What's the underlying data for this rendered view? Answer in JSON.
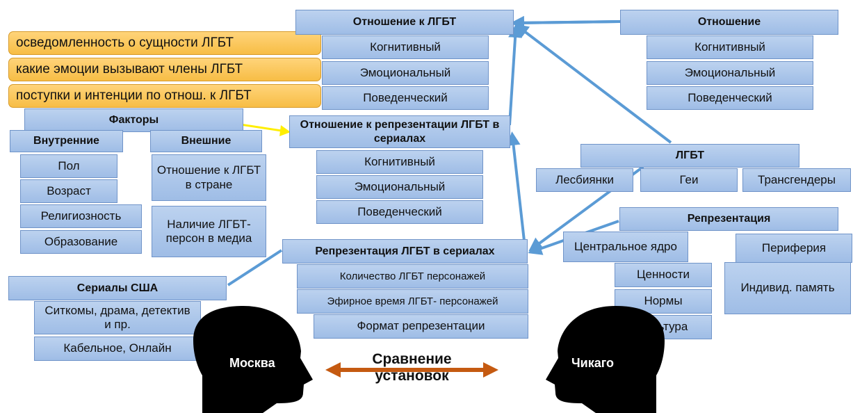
{
  "notes": {
    "n1": "осведомленность о сущности ЛГБТ",
    "n2": "какие эмоции вызывают члены ЛГБТ",
    "n3": "поступки и интенции по отнош. к ЛГБТ"
  },
  "attitude_lgbt": {
    "title": "Отношение к ЛГБТ",
    "items": [
      "Когнитивный",
      "Эмоциональный",
      "Поведенческий"
    ]
  },
  "attitude": {
    "title": "Отношение",
    "items": [
      "Когнитивный",
      "Эмоциональный",
      "Поведенческий"
    ]
  },
  "factors": {
    "title": "Факторы",
    "internal_title": "Внутренние",
    "external_title": "Внешние",
    "internal": [
      "Пол",
      "Возраст",
      "Религиозность",
      "Образование"
    ],
    "external": [
      "Отношение к ЛГБТ в стране",
      "Наличие ЛГБТ-персон в медиа"
    ]
  },
  "attitude_repr": {
    "title": "Отношение к репрезентации ЛГБТ в сериалах",
    "items": [
      "Когнитивный",
      "Эмоциональный",
      "Поведенческий"
    ]
  },
  "lgbt": {
    "title": "ЛГБТ",
    "items": [
      "Лесбиянки",
      "Геи",
      "Трансгендеры"
    ]
  },
  "representation": {
    "title": "Репрезентация",
    "core": "Центральное ядро",
    "periphery": "Периферия",
    "core_items": [
      "Ценности",
      "Нормы",
      "Культура"
    ],
    "periphery_item": "Индивид. память"
  },
  "repr_series": {
    "title": "Репрезентация ЛГБТ в сериалах",
    "items": [
      "Количество ЛГБТ персонажей",
      "Эфирное время ЛГБТ- персонажей",
      "Формат репрезентации"
    ]
  },
  "us_series": {
    "title": "Сериалы США",
    "items": [
      "Ситкомы, драма, детектив и пр.",
      "Кабельное, Онлайн"
    ]
  },
  "comparison": {
    "left_city": "Москва",
    "right_city": "Чикаго",
    "label": "Сравнение установок"
  },
  "colors": {
    "arrow_blue": "#5b9bd5",
    "arrow_yellow": "#ffee00",
    "arrow_orange": "#c55a11"
  }
}
